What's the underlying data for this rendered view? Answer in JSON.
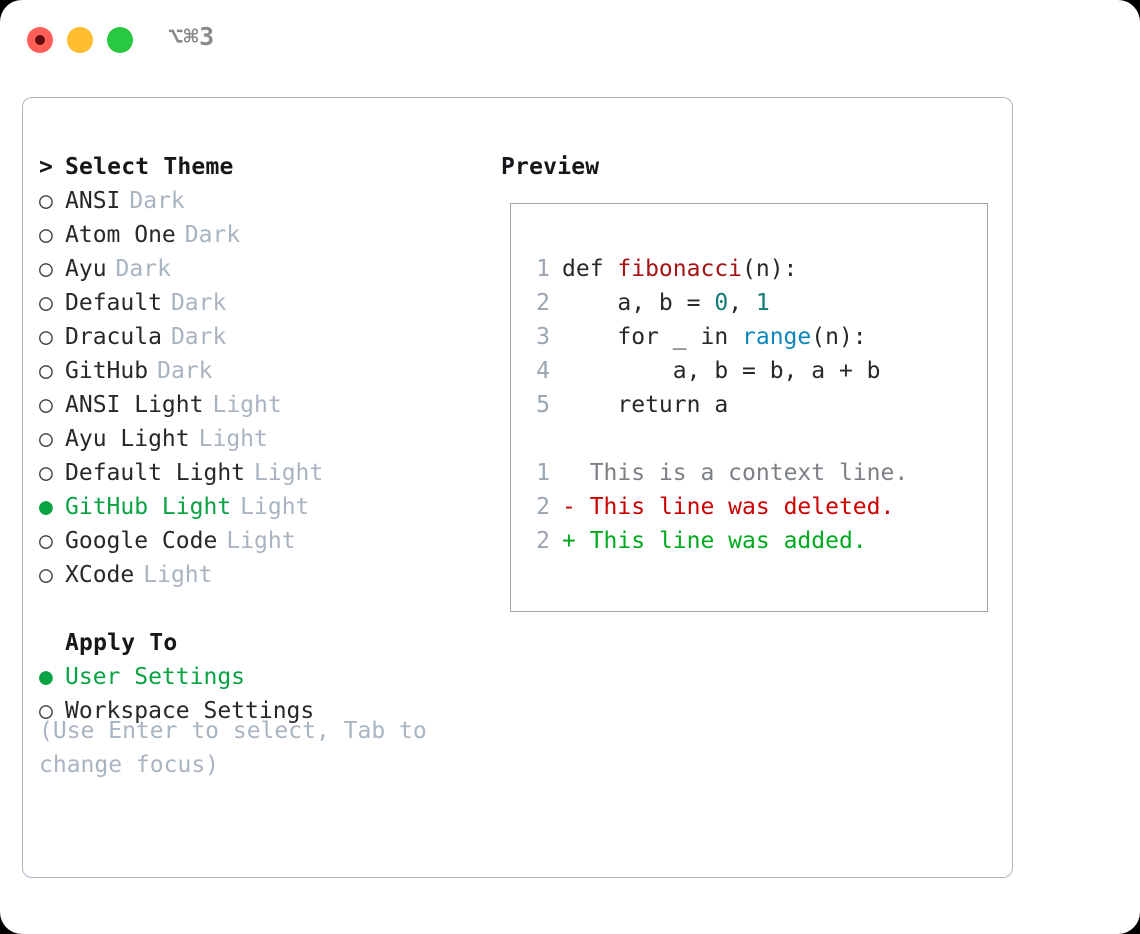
{
  "titlebar": {
    "shortcut": "⌥⌘3",
    "buttons": [
      {
        "name": "close",
        "color": "#ff5f57"
      },
      {
        "name": "minimize",
        "color": "#febc2e"
      },
      {
        "name": "maximize",
        "color": "#28c840"
      }
    ]
  },
  "theme_list": {
    "heading": "Select Theme",
    "caret": ">",
    "bullet_unselected": "○",
    "bullet_selected": "●",
    "items": [
      {
        "label": "ANSI",
        "variant": "Dark",
        "selected": false
      },
      {
        "label": "Atom One",
        "variant": "Dark",
        "selected": false
      },
      {
        "label": "Ayu",
        "variant": "Dark",
        "selected": false
      },
      {
        "label": "Default",
        "variant": "Dark",
        "selected": false
      },
      {
        "label": "Dracula",
        "variant": "Dark",
        "selected": false
      },
      {
        "label": "GitHub",
        "variant": "Dark",
        "selected": false
      },
      {
        "label": "ANSI Light",
        "variant": "Light",
        "selected": false
      },
      {
        "label": "Ayu Light",
        "variant": "Light",
        "selected": false
      },
      {
        "label": "Default Light",
        "variant": "Light",
        "selected": false
      },
      {
        "label": "GitHub Light",
        "variant": "Light",
        "selected": true
      },
      {
        "label": "Google Code",
        "variant": "Light",
        "selected": false
      },
      {
        "label": "XCode",
        "variant": "Light",
        "selected": false
      }
    ]
  },
  "apply_to": {
    "heading": "Apply To",
    "items": [
      {
        "label": "User Settings",
        "selected": true
      },
      {
        "label": "Workspace Settings",
        "selected": false
      }
    ]
  },
  "hint": "(Use Enter to select, Tab to change focus)",
  "preview": {
    "title": "Preview",
    "code_lines": [
      {
        "num": "1",
        "segments": [
          {
            "text": "def ",
            "token": "plain"
          },
          {
            "text": "fibonacci",
            "token": "function"
          },
          {
            "text": "(n):",
            "token": "plain"
          }
        ]
      },
      {
        "num": "2",
        "segments": [
          {
            "text": "    a, b = ",
            "token": "plain"
          },
          {
            "text": "0",
            "token": "number"
          },
          {
            "text": ", ",
            "token": "plain"
          },
          {
            "text": "1",
            "token": "number"
          }
        ]
      },
      {
        "num": "3",
        "segments": [
          {
            "text": "    for _ in ",
            "token": "plain"
          },
          {
            "text": "range",
            "token": "call"
          },
          {
            "text": "(n):",
            "token": "plain"
          }
        ]
      },
      {
        "num": "4",
        "segments": [
          {
            "text": "        a, b = b, a + b",
            "token": "plain"
          }
        ]
      },
      {
        "num": "5",
        "segments": [
          {
            "text": "    return a",
            "token": "plain"
          }
        ]
      }
    ],
    "diff_lines": [
      {
        "num": "1",
        "marker": " ",
        "text": "This is a context line.",
        "kind": "context"
      },
      {
        "num": "2",
        "marker": "-",
        "text": "This line was deleted.",
        "kind": "deleted"
      },
      {
        "num": "2",
        "marker": "+",
        "text": "This line was added.",
        "kind": "added"
      }
    ]
  },
  "colors": {
    "selection_green": "#0aa344",
    "variant_gray": "#a9b4c2",
    "function_red": "#a51316",
    "number_teal": "#0f7b74",
    "call_blue": "#0d87ba",
    "diff_deleted": "#cc0000",
    "diff_added": "#00ab1f",
    "frame_border": "#adb7c4"
  }
}
